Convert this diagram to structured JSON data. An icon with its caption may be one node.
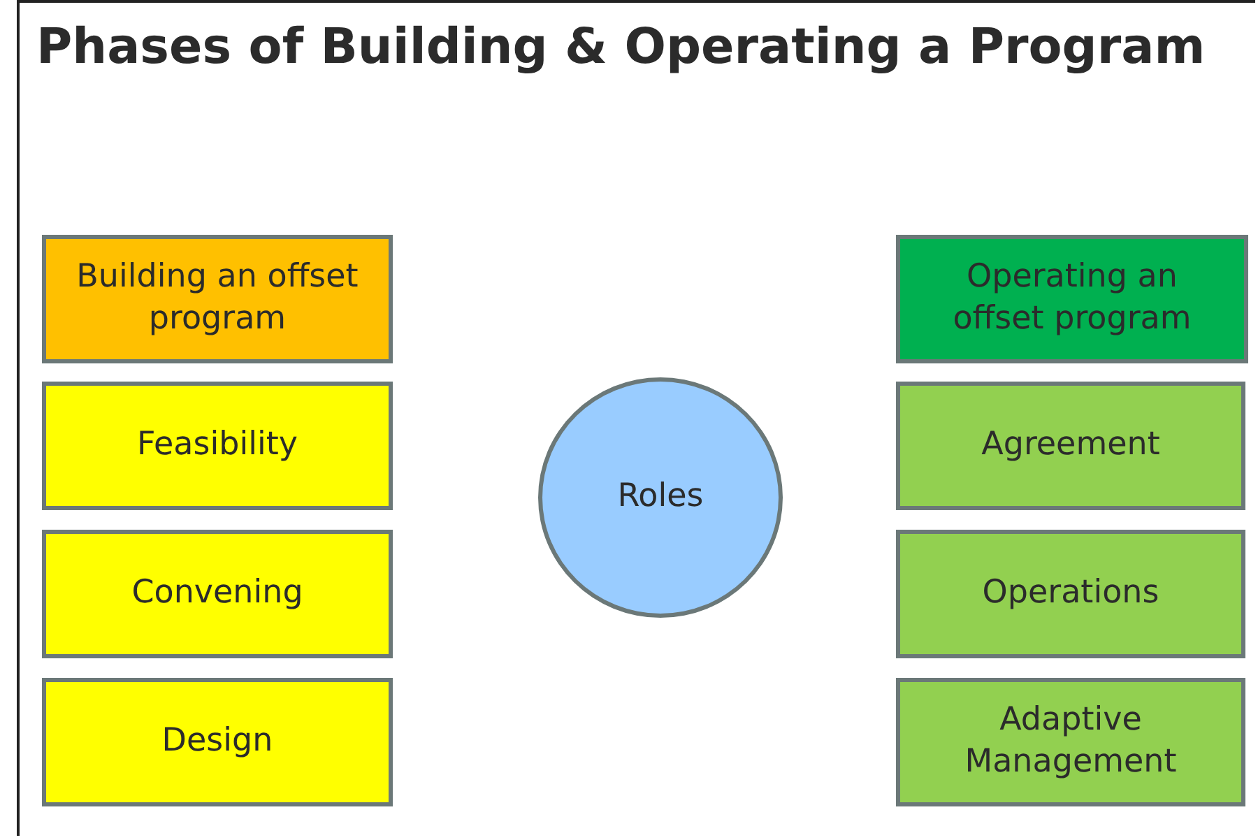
{
  "diagram": {
    "title": "Phases of Building & Operating a Program",
    "nodes": [
      {
        "text": [
          "Building an offset program"
        ]
      },
      {
        "text": [
          "Feasibility"
        ]
      },
      {
        "text": [
          "Convening"
        ]
      },
      {
        "text": [
          "Design"
        ]
      },
      {
        "text": [
          "Roles"
        ]
      },
      {
        "text": [
          "Operating an offset program"
        ]
      },
      {
        "text": [
          "Agreement"
        ]
      },
      {
        "text": [
          "Operations"
        ]
      },
      {
        "text": [
          "Adaptive Management"
        ]
      }
    ],
    "edges": []
  }
}
